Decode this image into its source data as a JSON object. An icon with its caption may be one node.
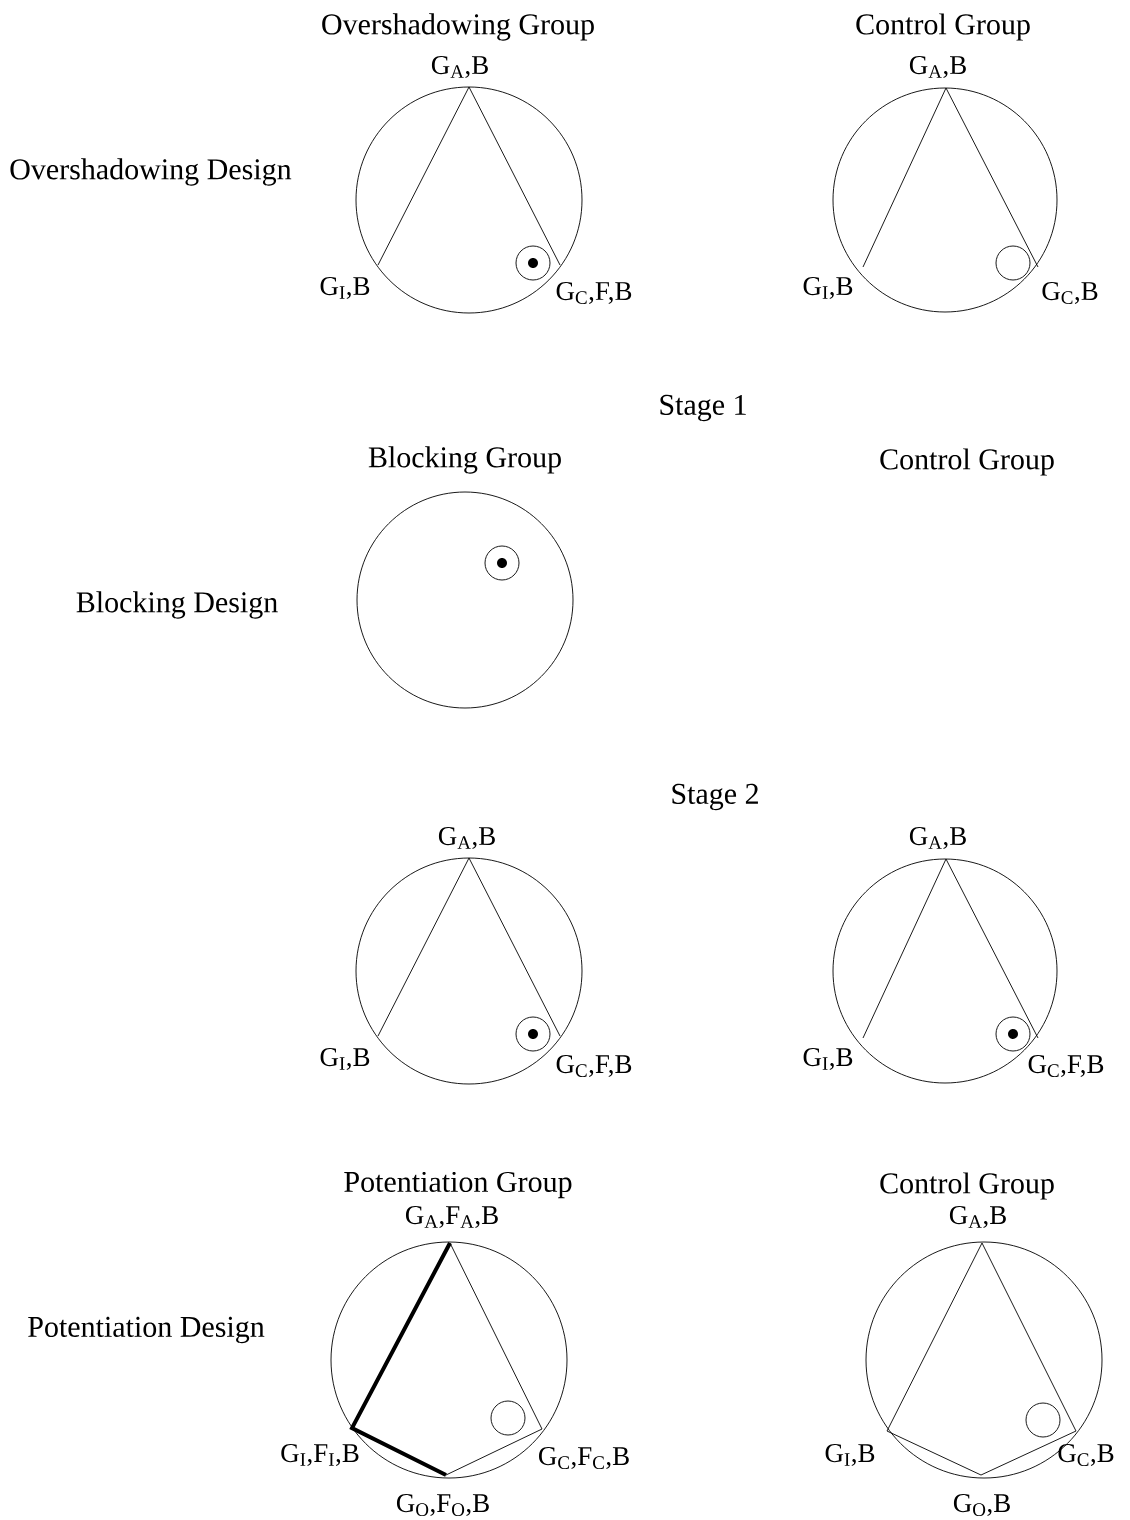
{
  "diagram": {
    "nodes": [
      {
        "text": [],
        "shape": "circle"
      },
      {
        "text": [],
        "shape": "target",
        "in": 0
      },
      {
        "text": [],
        "shape": "circle"
      },
      {
        "text": [],
        "shape": "circle",
        "in": 2
      },
      {
        "text": [],
        "shape": "circle"
      },
      {
        "text": [],
        "shape": "target",
        "in": 4
      },
      {
        "text": [],
        "shape": "circle"
      },
      {
        "text": [],
        "shape": "target",
        "in": 6
      },
      {
        "text": [],
        "shape": "circle"
      },
      {
        "text": [],
        "shape": "target",
        "in": 8
      },
      {
        "text": [],
        "shape": "circle"
      },
      {
        "text": [],
        "shape": "circle",
        "in": 10
      },
      {
        "text": [],
        "shape": "circle"
      },
      {
        "text": [],
        "shape": "circle",
        "in": 12
      }
    ],
    "labels": [
      "Overshadowing Group",
      "Control Group",
      "G$_{A}$,B",
      "G$_{A}$,B",
      "Overshadowing Design",
      "G$_{I}$,B",
      "G$_{C}$,F,B",
      "G$_{I}$,B",
      "G$_{C}$,B",
      "Stage 1",
      "Blocking Group",
      "Control Group",
      "Blocking Design",
      "Stage 2",
      "G$_{A}$,B",
      "G$_{A}$,B",
      "G$_{I}$,B",
      "G$_{C}$,F,B",
      "G$_{I}$,B",
      "G$_{C}$,F,B",
      "Potentiation Group",
      "Control Group",
      "G$_{A}$,F$_{A}$,B",
      "G$_{A}$,B",
      "Potentiation Design",
      "G$_{I}$,F$_{I}$,B",
      "G$_{C}$,F$_{C}$,B",
      "G$_{I}$,B",
      "G$_{C}$,B",
      "G$_{O}$,F$_{O}$,B",
      "G$_{O}$,B"
    ]
  }
}
